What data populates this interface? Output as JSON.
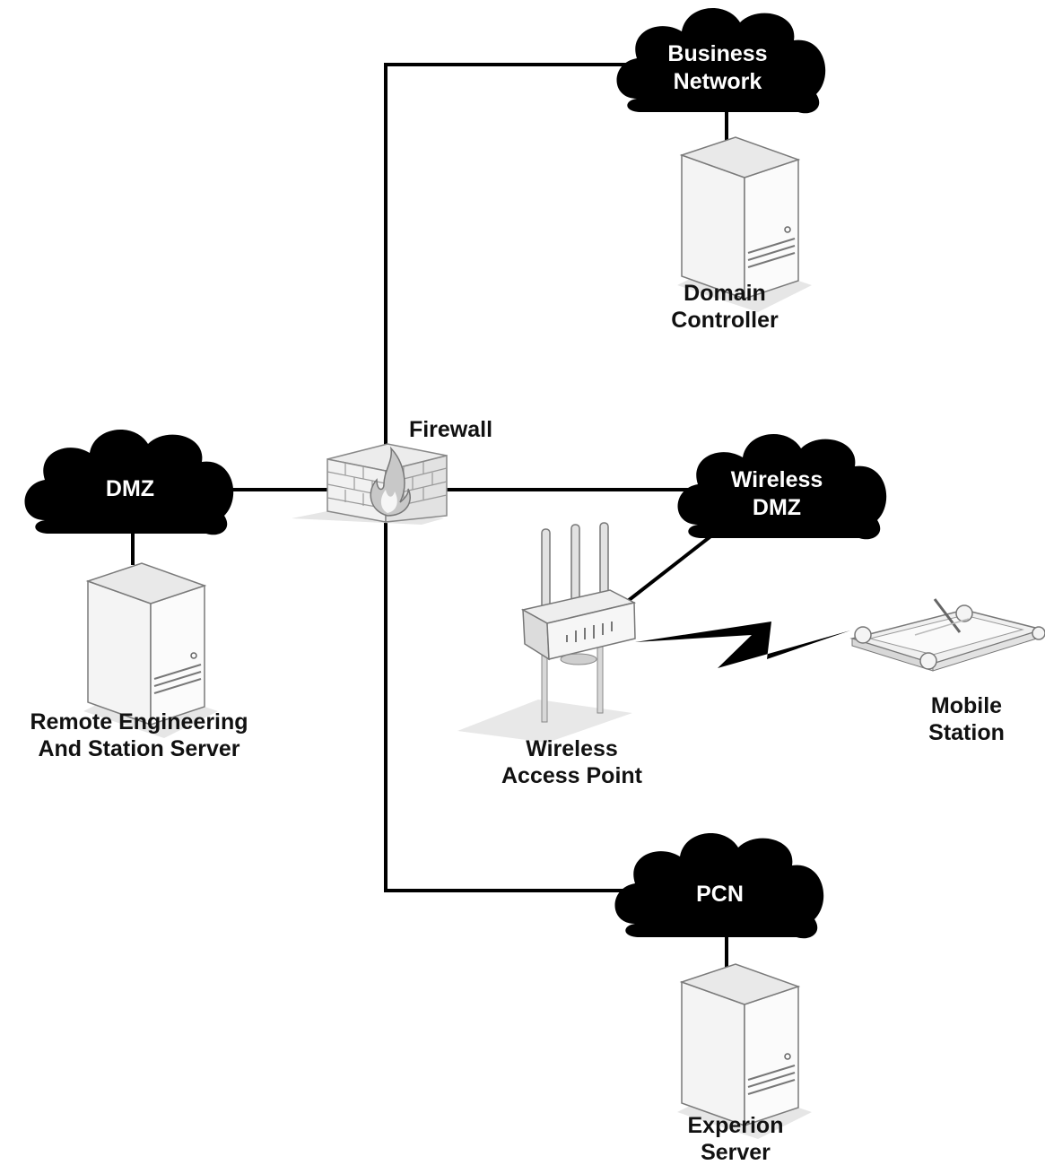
{
  "nodes": {
    "business_network": "Business\nNetwork",
    "domain_controller": "Domain\nController",
    "firewall": "Firewall",
    "dmz": "DMZ",
    "wireless_dmz": "Wireless\nDMZ",
    "remote_server": "Remote Engineering\nAnd Station Server",
    "wireless_ap": "Wireless\nAccess Point",
    "mobile_station": "Mobile\nStation",
    "pcn": "PCN",
    "experion_server": "Experion\nServer"
  },
  "colors": {
    "cloud": "#000000",
    "line": "#000000",
    "cloud_text": "#ffffff",
    "label_text": "#111111",
    "shadow": "#e6e6e6",
    "server_body": "#f3f3f3",
    "server_side": "#d9d9d9"
  },
  "icons": [
    "cloud-icon",
    "server-icon",
    "firewall-icon",
    "access-point-icon",
    "wireless-link-icon",
    "mobile-station-icon"
  ]
}
